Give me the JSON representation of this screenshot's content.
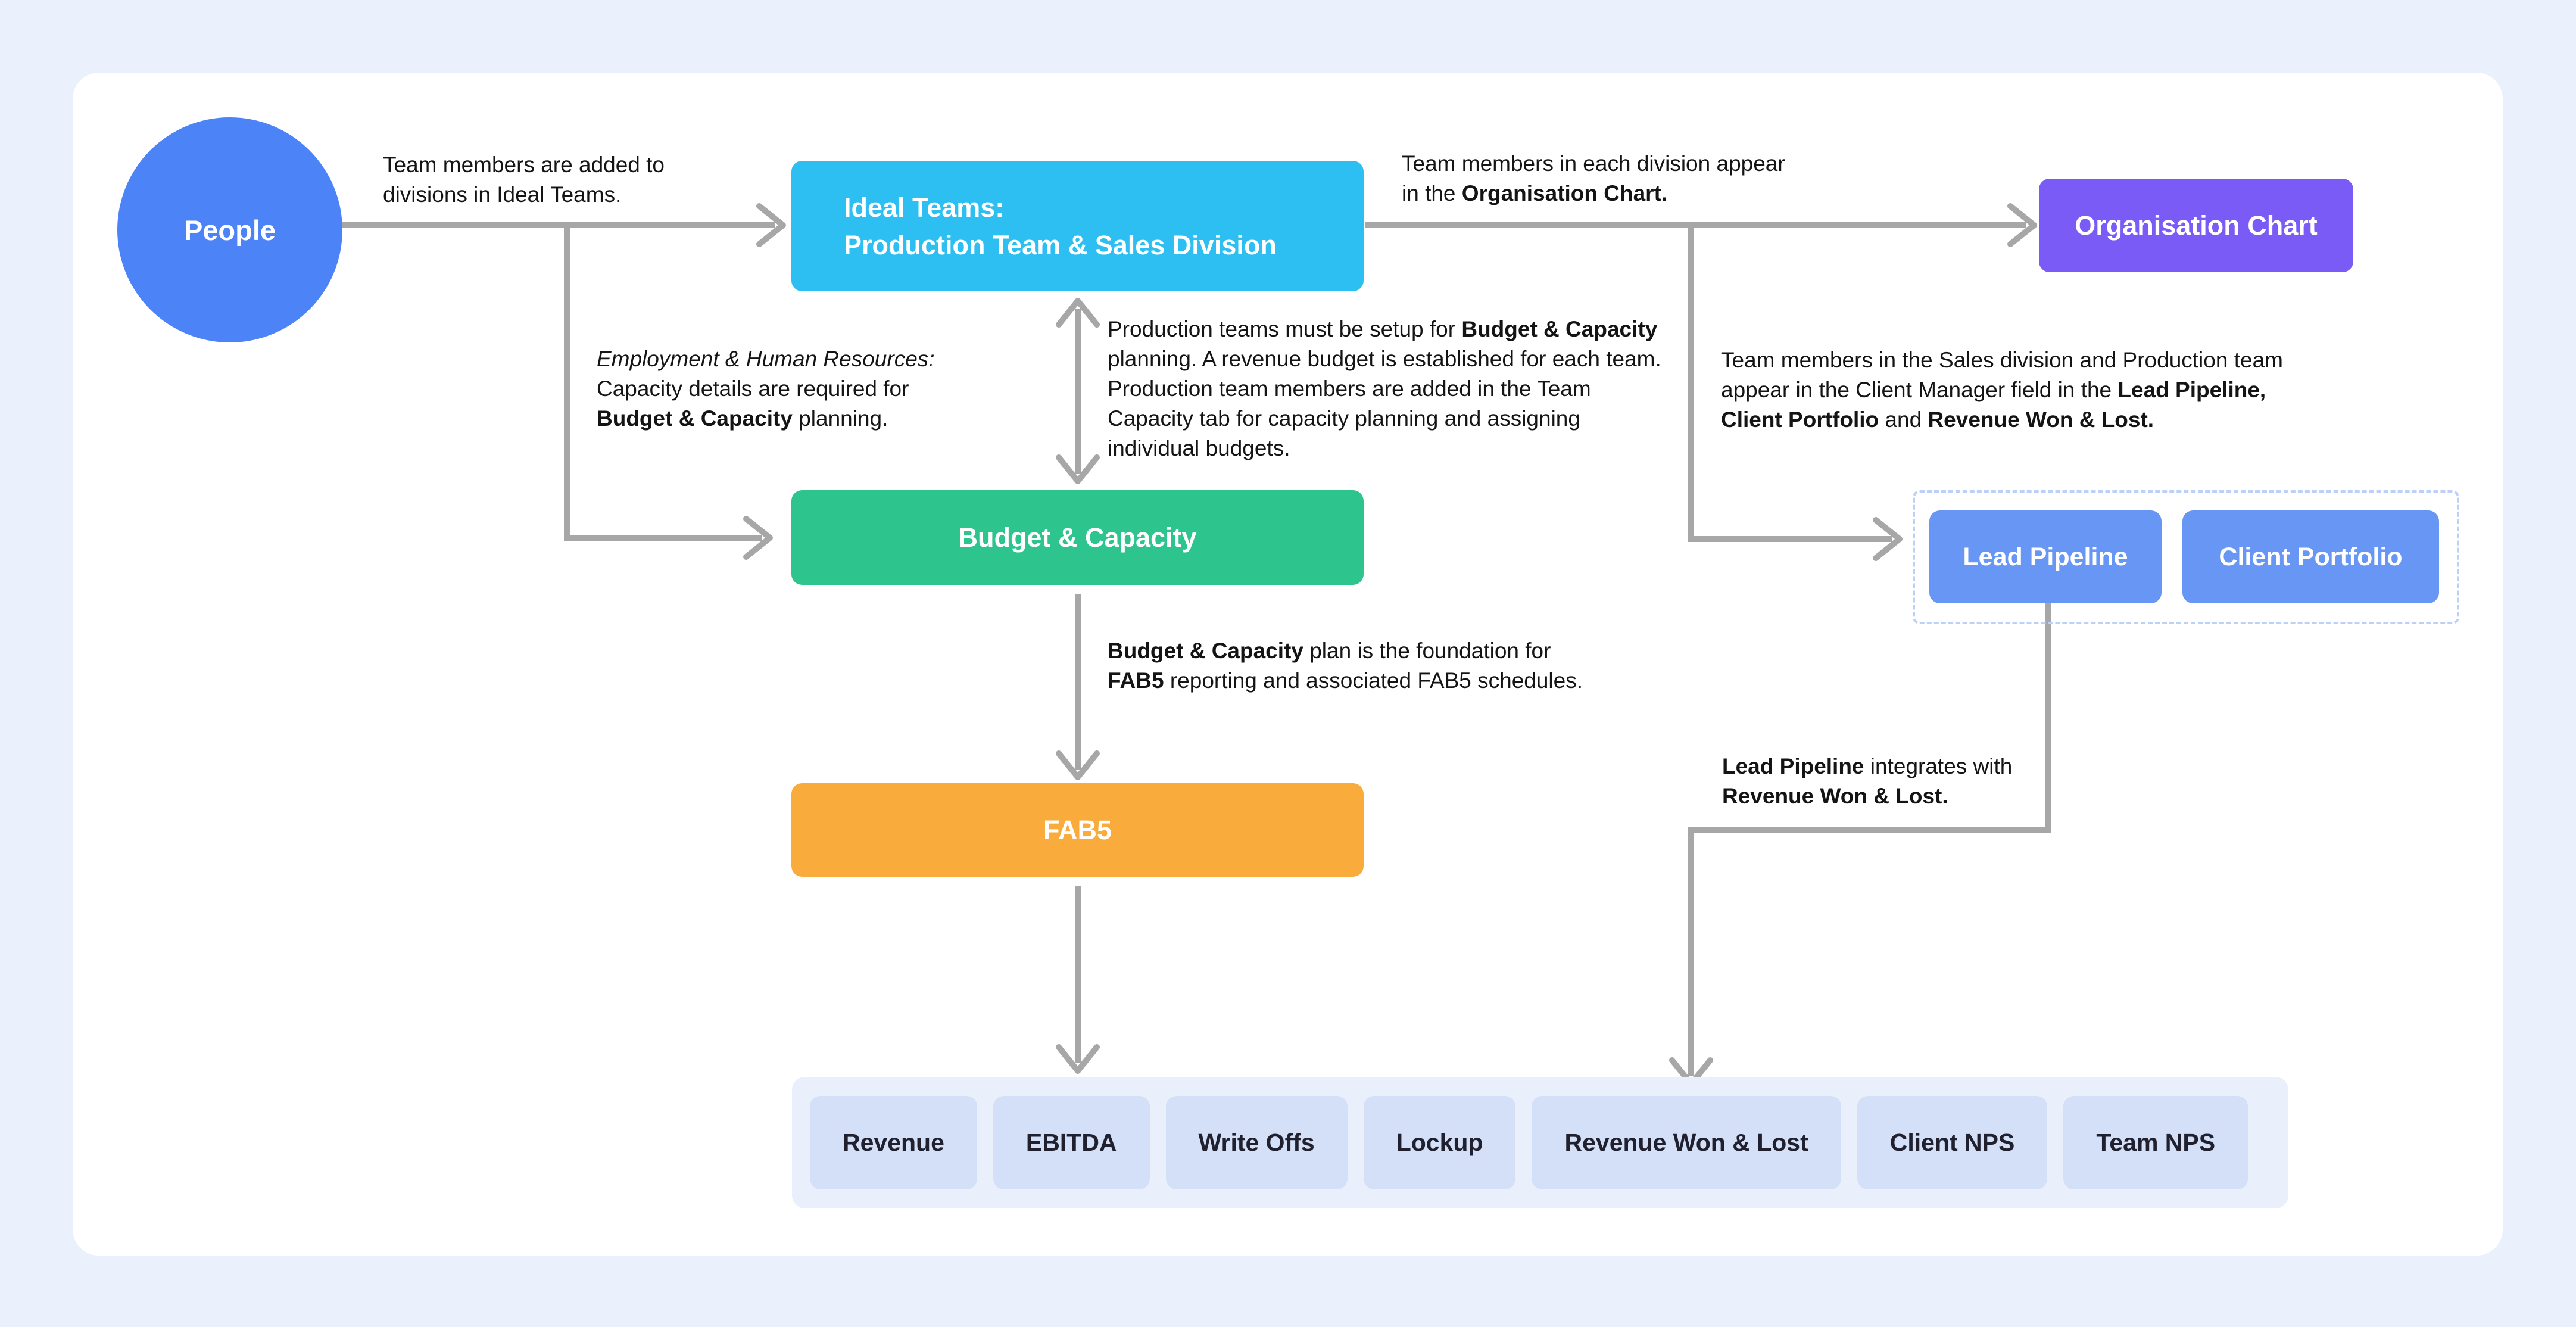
{
  "nodes": {
    "people": {
      "label": "People",
      "color": "#4C84F8"
    },
    "ideal_teams": {
      "line1": "Ideal Teams:",
      "line2": "Production Team & Sales Division",
      "color": "#2EBFF2"
    },
    "organisation_chart": {
      "label": "Organisation Chart",
      "color": "#7B5BF5"
    },
    "budget_capacity": {
      "label": "Budget & Capacity",
      "color": "#2DC48D"
    },
    "fab5": {
      "label": "FAB5",
      "color": "#F9AC3B"
    },
    "lead_pipeline": {
      "label": "Lead Pipeline",
      "color": "#6796F4"
    },
    "client_portfolio": {
      "label": "Client Portfolio",
      "color": "#6796F4"
    }
  },
  "notes": {
    "people_to_ideal": {
      "text": "Team members are added to divisions in Ideal Teams."
    },
    "ideal_to_org": {
      "pre": "Team members in each division appear in the ",
      "bold": "Organisation Chart."
    },
    "ehr": {
      "heading": "Employment & Human Resources:",
      "pre": "Capacity details are required for ",
      "bold": "Budget & Capacity",
      "post": " planning."
    },
    "production": {
      "pre": "Production teams must be setup for ",
      "bold": "Budget & Capacity",
      "post": " planning. A revenue budget is established for each team. Production team members are added in the Team Capacity tab for capacity planning and assigning individual budgets."
    },
    "sales": {
      "pre": "Team members in the Sales division and Production team appear in the Client Manager field in the ",
      "bold1": "Lead Pipeline, Client Portfolio",
      "mid": " and ",
      "bold2": "Revenue Won & Lost."
    },
    "fab5_plan": {
      "bold1": "Budget & Capacity",
      "mid": " plan is the foundation for ",
      "bold2": "FAB5",
      "post": " reporting and associated FAB5 schedules."
    },
    "lead_integration": {
      "bold1": "Lead Pipeline",
      "mid": " integrates with ",
      "bold2": "Revenue Won & Lost."
    }
  },
  "bottom_row": {
    "items": [
      {
        "label": "Revenue"
      },
      {
        "label": "EBITDA"
      },
      {
        "label": "Write Offs"
      },
      {
        "label": "Lockup"
      },
      {
        "label": "Revenue Won & Lost"
      },
      {
        "label": "Client NPS"
      },
      {
        "label": "Team NPS"
      }
    ]
  },
  "colors": {
    "page_bg": "#EAF0FC",
    "card_bg": "#FFFFFF",
    "people_circle": "#4C84F8",
    "ideal_teams_box": "#2EBFF2",
    "organisation_chart_box": "#7B5BF5",
    "budget_capacity_box": "#2DC48D",
    "fab5_box": "#F9AC3B",
    "crm_buttons": "#6796F4",
    "dashed_border": "#BCD0F8",
    "bottom_container": "#E9EFFB",
    "bottom_box": "#D4E0F8",
    "connector": "#A7A7A7",
    "note_text": "#141414",
    "bottom_text": "#20202E"
  }
}
